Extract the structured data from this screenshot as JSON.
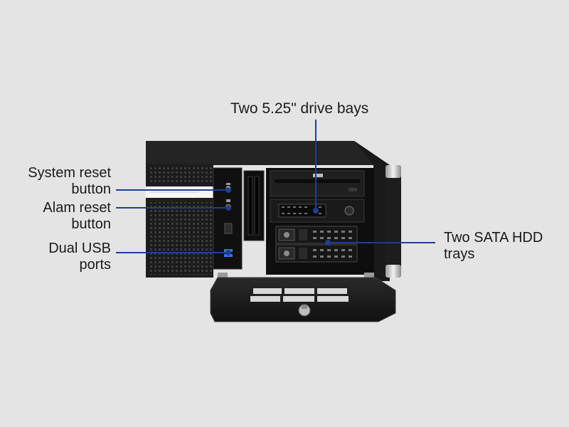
{
  "annotations": {
    "drive_bays": {
      "line1": "Two 5.25\" drive bays"
    },
    "system_reset": {
      "line1": "System reset",
      "line2": "button"
    },
    "alarm_reset": {
      "line1": "Alam reset",
      "line2": "button"
    },
    "usb_ports": {
      "line1": "Dual USB",
      "line2": "ports"
    },
    "hdd_trays": {
      "line1": "Two SATA HDD",
      "line2": "trays"
    }
  },
  "colors": {
    "background": "#e4e4e4",
    "leader_line": "#1f3f8f",
    "chassis": "#151515"
  }
}
